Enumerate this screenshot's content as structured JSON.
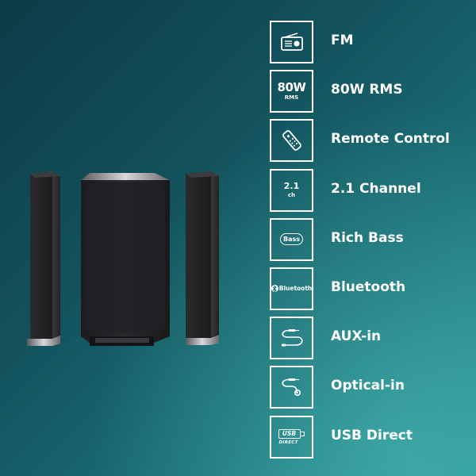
{
  "colors": {
    "background_dark": "#0d3b46",
    "background_light": "#2a9596",
    "icon_stroke": "#ffffff",
    "speaker_body": "#1c1c1e"
  },
  "features": [
    {
      "label": "FM",
      "icon": "radio-icon"
    },
    {
      "label": "80W RMS",
      "icon": "power-rating-icon",
      "icon_text_main": "80W",
      "icon_text_sub": "RMS"
    },
    {
      "label": "Remote Control",
      "icon": "remote-control-icon"
    },
    {
      "label": "2.1 Channel",
      "icon": "channel-icon",
      "icon_text_main": "2.1",
      "icon_text_sub": "ch"
    },
    {
      "label": "Rich Bass",
      "icon": "bass-icon",
      "icon_text_main": "Bass"
    },
    {
      "label": "Bluetooth",
      "icon": "bluetooth-icon",
      "icon_text_main": "Bluetooth"
    },
    {
      "label": "AUX-in",
      "icon": "aux-cable-icon"
    },
    {
      "label": "Optical-in",
      "icon": "optical-cable-icon"
    },
    {
      "label": "USB Direct",
      "icon": "usb-icon",
      "icon_text_main": "USB",
      "icon_text_sub": "DIRECT"
    }
  ]
}
